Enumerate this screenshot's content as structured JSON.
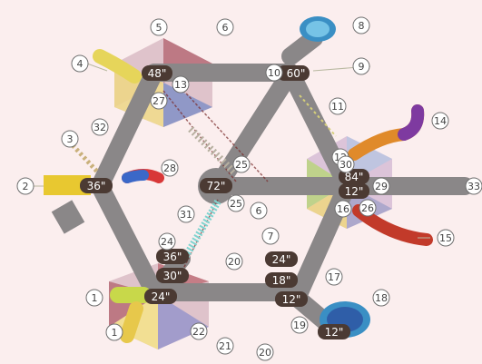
{
  "colors": {
    "background": "#fbeeee",
    "walkway": "#8a8788",
    "height_badge": "#4b3a33",
    "badge_text": "#ffffff",
    "callout_stroke": "#6f6f6f",
    "callout_fill": "#ffffff"
  },
  "height_labels": [
    {
      "id": "h48",
      "text": "48\""
    },
    {
      "id": "h60",
      "text": "60\""
    },
    {
      "id": "h36a",
      "text": "36\""
    },
    {
      "id": "h72",
      "text": "72\""
    },
    {
      "id": "h84",
      "text": "84\""
    },
    {
      "id": "h12a",
      "text": "12\""
    },
    {
      "id": "h36b",
      "text": "36\""
    },
    {
      "id": "h30",
      "text": "30\""
    },
    {
      "id": "h24a",
      "text": "24\""
    },
    {
      "id": "h24b",
      "text": "24\""
    },
    {
      "id": "h18",
      "text": "18\""
    },
    {
      "id": "h12b",
      "text": "12\""
    },
    {
      "id": "h12c",
      "text": "12\""
    }
  ],
  "callouts": [
    {
      "id": "c1a",
      "number": "1"
    },
    {
      "id": "c1b",
      "number": "1"
    },
    {
      "id": "c2",
      "number": "2"
    },
    {
      "id": "c3",
      "number": "3"
    },
    {
      "id": "c4",
      "number": "4"
    },
    {
      "id": "c5",
      "number": "5"
    },
    {
      "id": "c6a",
      "number": "6"
    },
    {
      "id": "c6b",
      "number": "6"
    },
    {
      "id": "c7",
      "number": "7"
    },
    {
      "id": "c8",
      "number": "8"
    },
    {
      "id": "c9",
      "number": "9"
    },
    {
      "id": "c10",
      "number": "10"
    },
    {
      "id": "c11",
      "number": "11"
    },
    {
      "id": "c12",
      "number": "12"
    },
    {
      "id": "c13",
      "number": "13"
    },
    {
      "id": "c14",
      "number": "14"
    },
    {
      "id": "c15",
      "number": "15"
    },
    {
      "id": "c16",
      "number": "16"
    },
    {
      "id": "c17",
      "number": "17"
    },
    {
      "id": "c18",
      "number": "18"
    },
    {
      "id": "c19",
      "number": "19"
    },
    {
      "id": "c20a",
      "number": "20"
    },
    {
      "id": "c20b",
      "number": "20"
    },
    {
      "id": "c21",
      "number": "21"
    },
    {
      "id": "c22",
      "number": "22"
    },
    {
      "id": "c24",
      "number": "24"
    },
    {
      "id": "c25a",
      "number": "25"
    },
    {
      "id": "c25b",
      "number": "25"
    },
    {
      "id": "c26",
      "number": "26"
    },
    {
      "id": "c27",
      "number": "27"
    },
    {
      "id": "c28",
      "number": "28"
    },
    {
      "id": "c29",
      "number": "29"
    },
    {
      "id": "c30",
      "number": "30"
    },
    {
      "id": "c31",
      "number": "31"
    },
    {
      "id": "c32",
      "number": "32"
    },
    {
      "id": "c33",
      "number": "33"
    }
  ]
}
